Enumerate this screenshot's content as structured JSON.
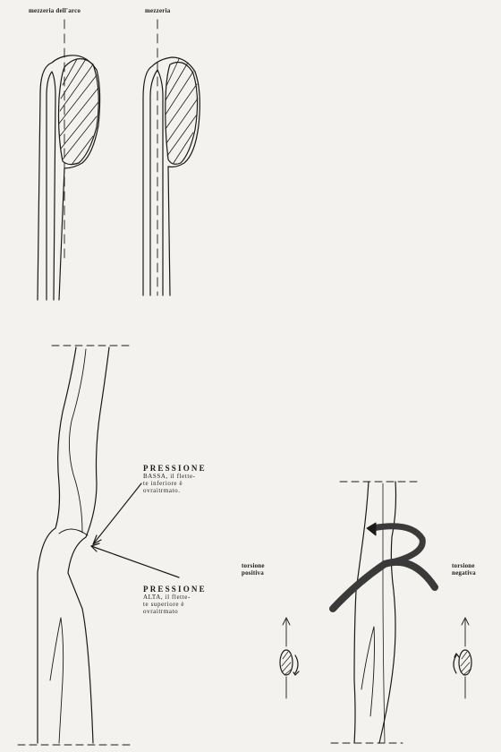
{
  "labels": {
    "top_left_caption": "mezzeria dell'arco",
    "top_right_caption": "mezzeria",
    "low_pressure": {
      "heading": "PRESSIONE",
      "line1": "BASSA, il flette-",
      "line2": "te inferiore è",
      "line3": "ovraitrmato."
    },
    "high_pressure": {
      "heading": "PRESSIONE",
      "line1": "ALTA, il flette-",
      "line2": "te superiore è",
      "line3": "ovraitrmato"
    },
    "positive_torsion": {
      "line1": "torsione",
      "line2": "positiva"
    },
    "negative_torsion": {
      "line1": "torsione",
      "line2": "negativa"
    }
  },
  "colors": {
    "ink": "#1a1a1a",
    "paper": "#f4f2ee",
    "band": "#3a3a3a"
  }
}
